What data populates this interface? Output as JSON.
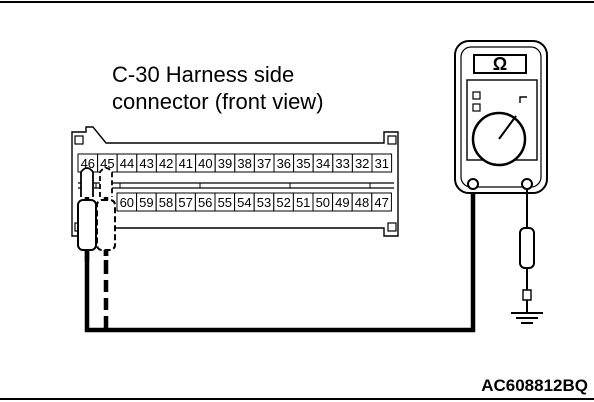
{
  "caption": {
    "line1": "C-30 Harness side",
    "line2": "connector (front view)"
  },
  "meter": {
    "unit_symbol": "Ω"
  },
  "connector": {
    "top_row": [
      "46",
      "45",
      "44",
      "43",
      "42",
      "41",
      "40",
      "39",
      "38",
      "37",
      "36",
      "35",
      "34",
      "33",
      "32",
      "31"
    ],
    "bottom_row": [
      "60",
      "59",
      "58",
      "57",
      "56",
      "55",
      "54",
      "53",
      "52",
      "51",
      "50",
      "49",
      "48",
      "47"
    ]
  },
  "figure_code": "AC608812BQ"
}
